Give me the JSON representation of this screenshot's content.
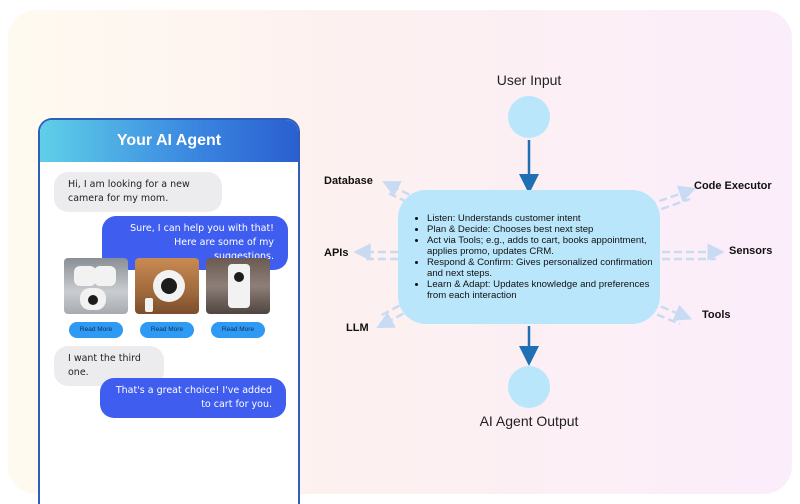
{
  "chat": {
    "title": "Your AI Agent",
    "messages": [
      {
        "from": "user",
        "text": "Hi, I am looking for a new camera for my mom."
      },
      {
        "from": "agent",
        "text": "Sure, I can help you with that! Here are some of my suggestions."
      },
      {
        "from": "user",
        "text": "I want the third one."
      },
      {
        "from": "agent",
        "text": "That's a great choice! I've added to cart for you."
      }
    ],
    "products": [
      {
        "button": "Read More"
      },
      {
        "button": "Read More"
      },
      {
        "button": "Read More"
      }
    ]
  },
  "diagram": {
    "input_label": "User Input",
    "output_label": "AI Agent Output",
    "core_steps": [
      "Listen: Understands customer intent",
      "Plan & Decide: Chooses best next step",
      "Act via Tools; e.g., adds to cart, books appointment, applies promo, updates CRM.",
      "Respond & Confirm: Gives personalized confirmation and next steps.",
      "Learn & Adapt: Updates knowledge and preferences from each interaction"
    ],
    "tools_left": [
      "Database",
      "APIs",
      "LLM"
    ],
    "tools_right": [
      "Code Executor",
      "Sensors",
      "Tools"
    ],
    "colors": {
      "node": "#b9e6fb",
      "arrow": "#1f6fb5",
      "dashed_arrow": "#c9dbf2"
    }
  }
}
